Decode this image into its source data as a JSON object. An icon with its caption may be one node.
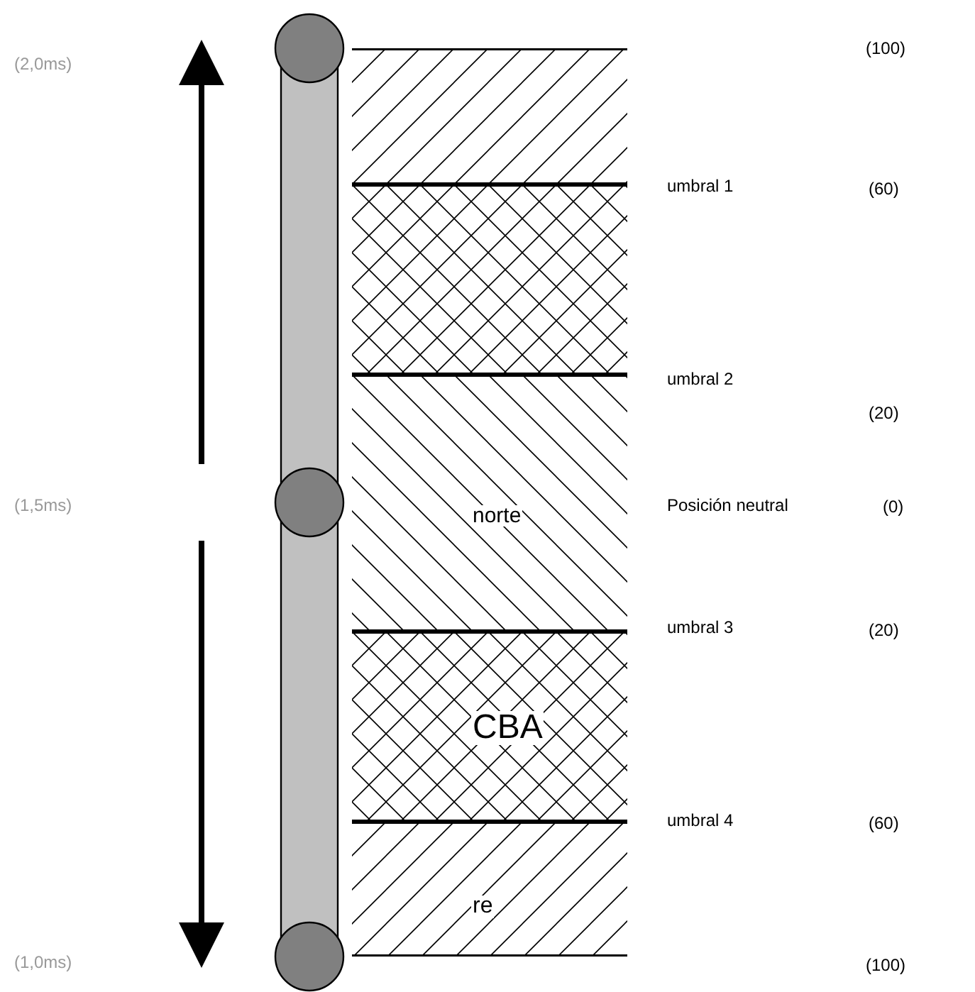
{
  "diagram": {
    "nodes": [
      {
        "text": [],
        "shape": "band"
      },
      {
        "text": [],
        "shape": "band"
      },
      {
        "text": [
          "norte"
        ]
      },
      {
        "text": [
          "CBA"
        ]
      },
      {
        "text": [
          "re"
        ]
      }
    ],
    "labels": [
      "(2,0ms)",
      "(100)",
      "umbral 1",
      "(60)",
      "umbral 2",
      "(20)",
      "(1,5ms)",
      "Posición neutral",
      "(0)",
      "umbral 3",
      "(20)",
      "umbral 4",
      "(60)",
      "(1,0ms)",
      "(100)"
    ]
  }
}
